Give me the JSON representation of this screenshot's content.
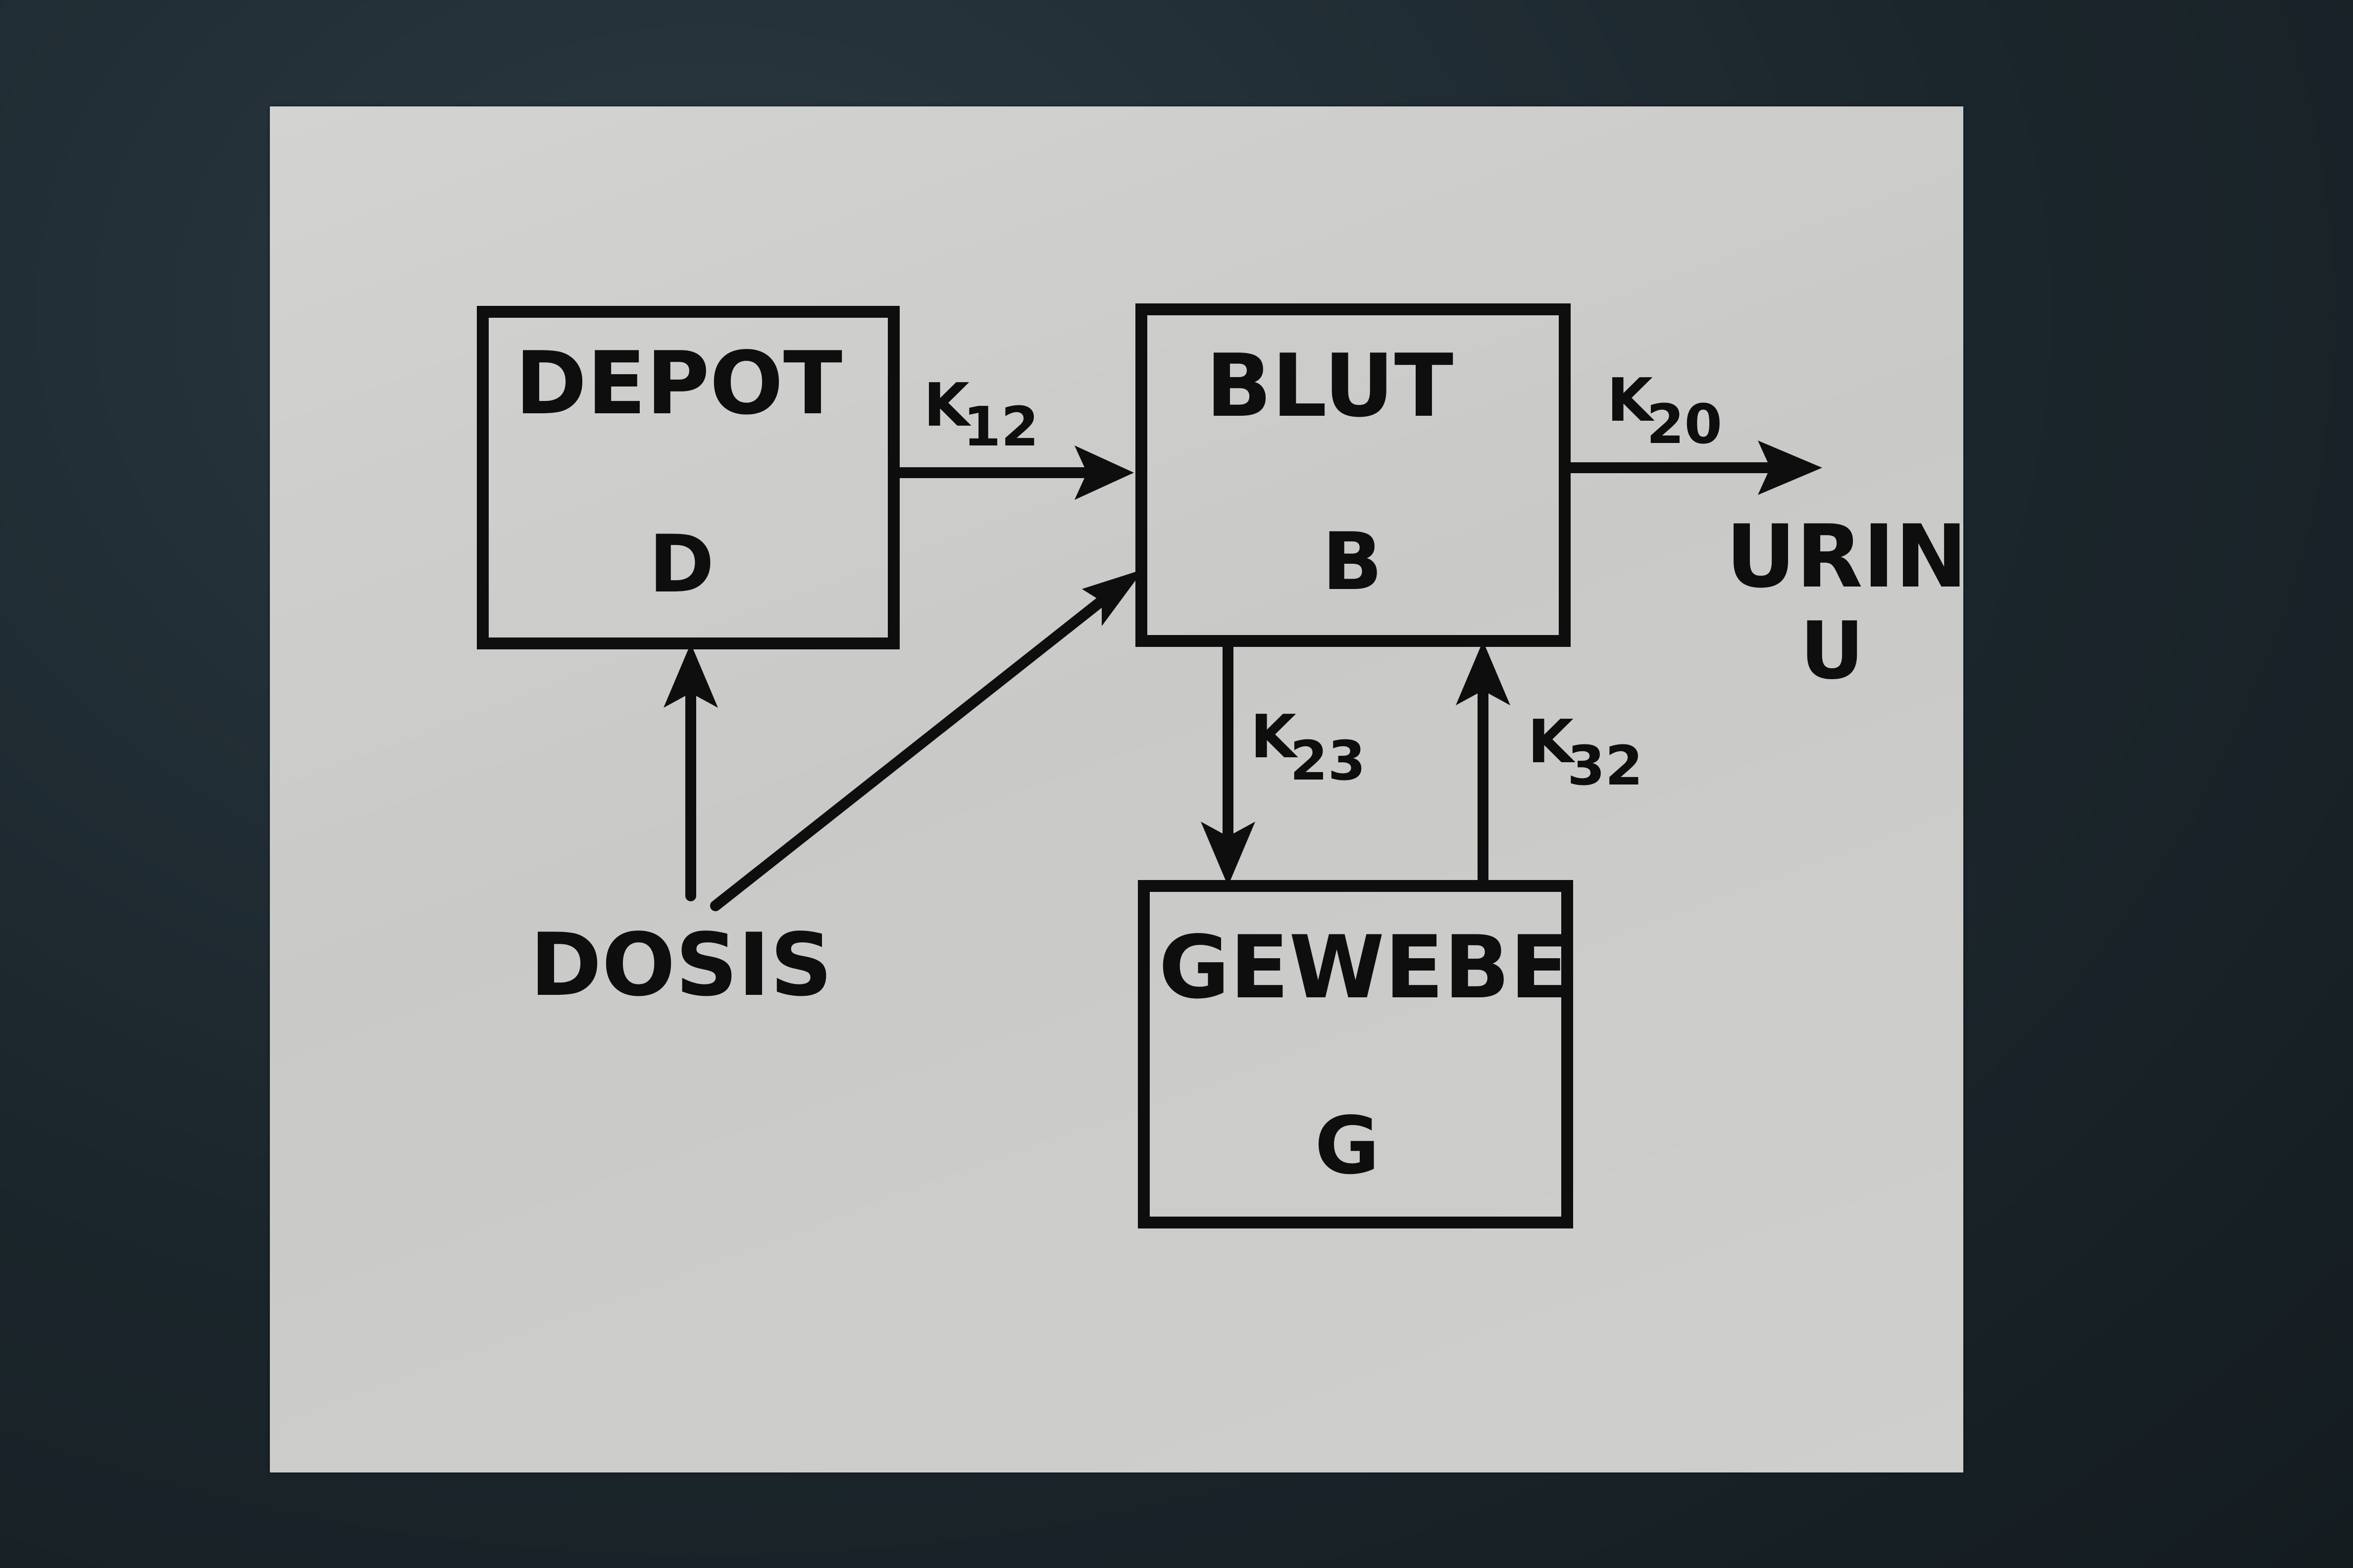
{
  "nodes": {
    "depot": {
      "title": "DEPOT",
      "symbol": "D"
    },
    "blut": {
      "title": "BLUT",
      "symbol": "B"
    },
    "gewebe": {
      "title": "GEWEBE",
      "symbol": "G"
    },
    "urin": {
      "title": "URIN",
      "symbol": "U"
    },
    "dosis": {
      "title": "DOSIS"
    }
  },
  "rates": {
    "k12": {
      "base": "K",
      "sub": "12"
    },
    "k20": {
      "base": "K",
      "sub": "20"
    },
    "k23": {
      "base": "K",
      "sub": "23"
    },
    "k32": {
      "base": "K",
      "sub": "32"
    }
  },
  "colors": {
    "background": "#1e2a30",
    "card": "#cfcfcd",
    "ink": "#0e0e0e"
  }
}
